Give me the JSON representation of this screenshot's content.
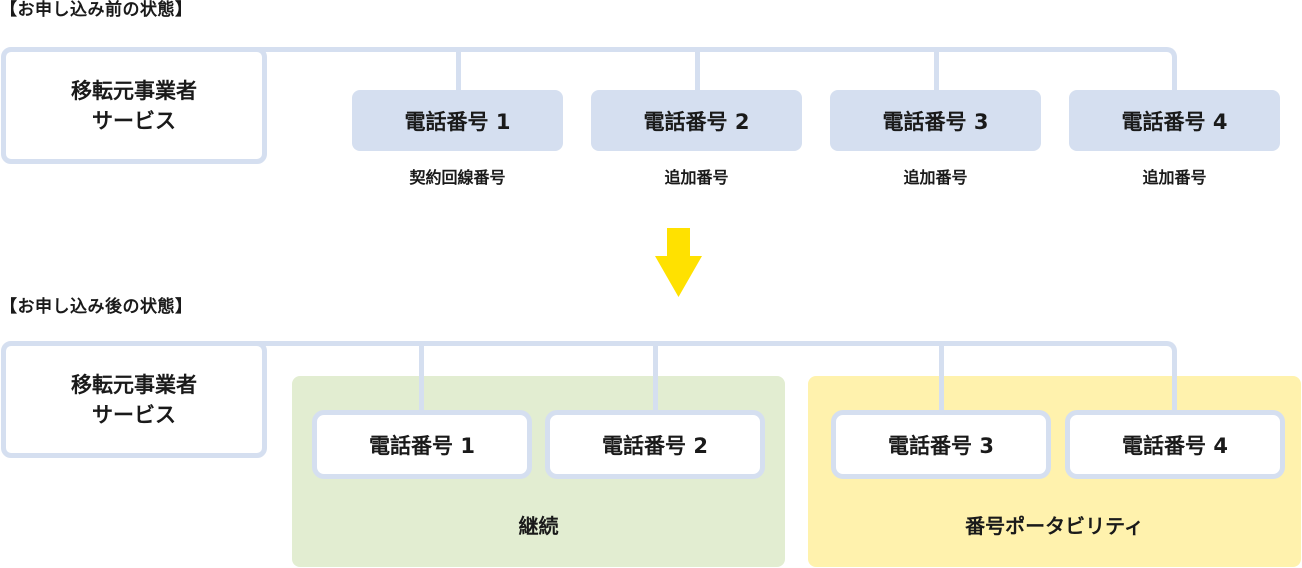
{
  "before": {
    "title": "【お申し込み前の状態】",
    "source": {
      "line1": "移転元事業者",
      "line2": "サービス"
    },
    "phones": [
      {
        "label": "電話番号 1",
        "caption": "契約回線番号"
      },
      {
        "label": "電話番号 2",
        "caption": "追加番号"
      },
      {
        "label": "電話番号 3",
        "caption": "追加番号"
      },
      {
        "label": "電話番号 4",
        "caption": "追加番号"
      }
    ]
  },
  "transition": {
    "icon": "down-arrow-icon",
    "color": "#ffe100"
  },
  "after": {
    "title": "【お申し込み後の状態】",
    "source": {
      "line1": "移転元事業者",
      "line2": "サービス"
    },
    "groups": [
      {
        "label": "継続",
        "color": "#e2edd1",
        "phones": [
          {
            "label": "電話番号 1"
          },
          {
            "label": "電話番号 2"
          }
        ]
      },
      {
        "label": "番号ポータビリティ",
        "color": "#fff2ad",
        "phones": [
          {
            "label": "電話番号 3"
          },
          {
            "label": "電話番号 4"
          }
        ]
      }
    ]
  },
  "colors": {
    "connector": "#d5dff0",
    "phone_fill": "#d5dff0",
    "text": "#1a1a1a"
  }
}
